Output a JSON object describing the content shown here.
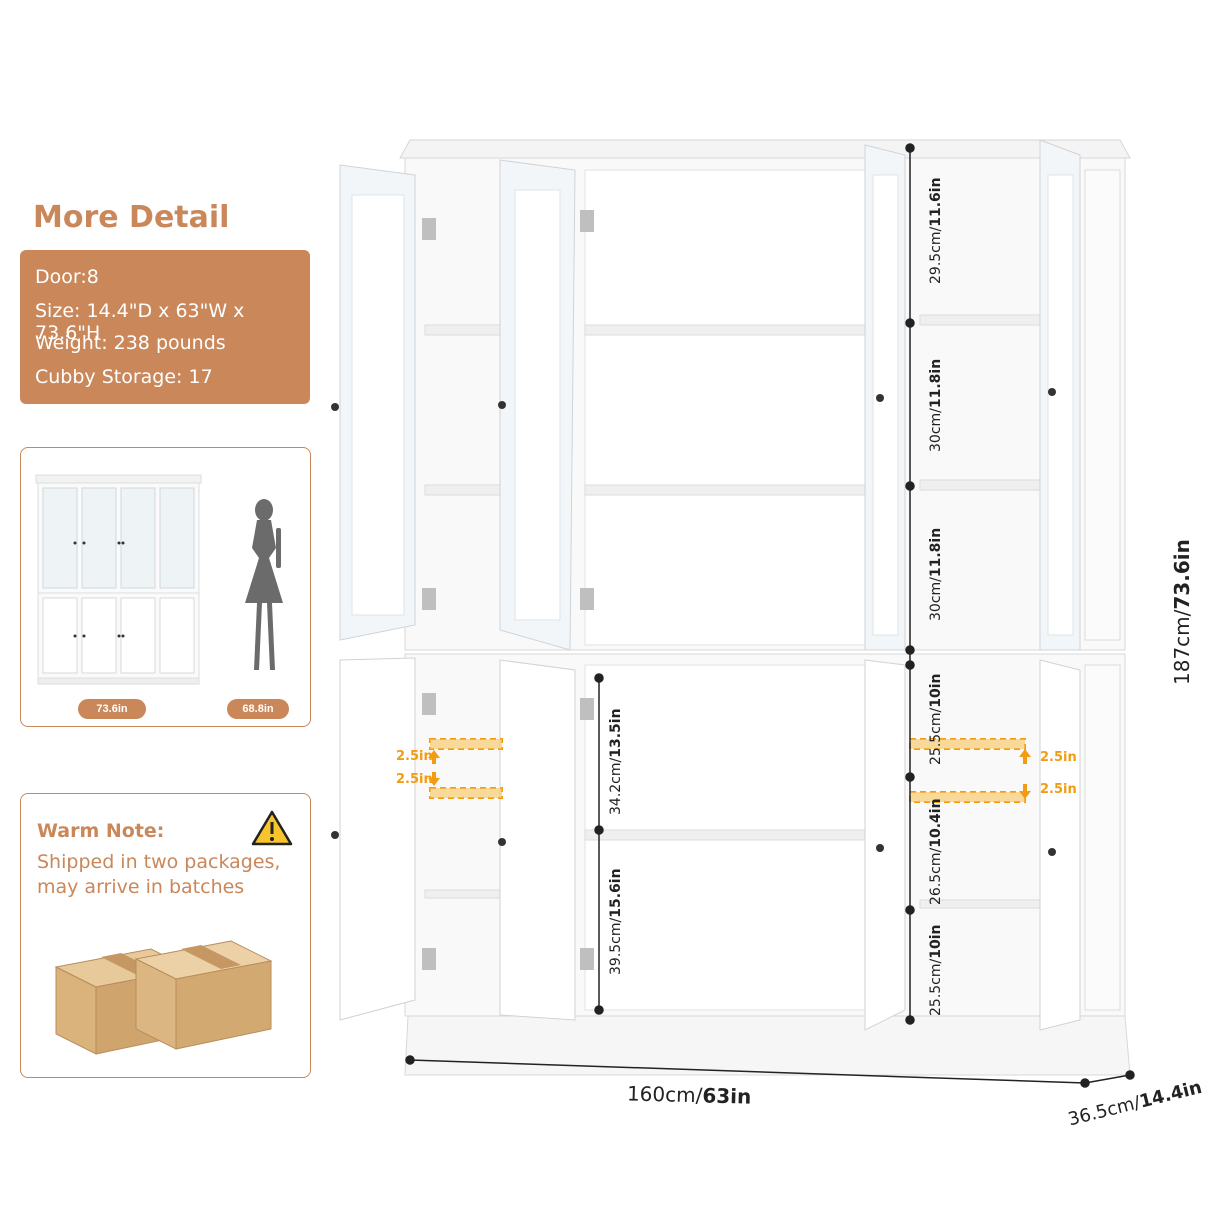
{
  "detail": {
    "title": "More Detail",
    "specs": [
      "Door:8",
      "Size: 14.4\"D x 63\"W x 73.6\"H",
      "Weight: 238 pounds",
      "Cubby Storage: 17"
    ]
  },
  "comparison": {
    "cabinet_height": "73.6in",
    "person_height": "68.8in"
  },
  "note": {
    "title": "Warm Note:",
    "line1": "Shipped in two packages,",
    "line2": "may arrive in batches"
  },
  "dimensions": {
    "height_metric": "187cm/",
    "height_imperial": "73.6in",
    "width_metric": "160cm/",
    "width_imperial": "63in",
    "depth_metric": "36.5cm/",
    "depth_imperial": "14.4in",
    "right_upper": [
      {
        "metric": "29.5cm/",
        "imperial": "11.6in"
      },
      {
        "metric": "30cm/",
        "imperial": "11.8in"
      },
      {
        "metric": "30cm/",
        "imperial": "11.8in"
      }
    ],
    "right_lower": [
      {
        "metric": "25.5cm/",
        "imperial": "10in"
      },
      {
        "metric": "26.5cm/",
        "imperial": "10.4in"
      },
      {
        "metric": "25.5cm/",
        "imperial": "10in"
      }
    ],
    "center_lower": [
      {
        "metric": "34.2cm/",
        "imperial": "13.5in"
      },
      {
        "metric": "39.5cm/",
        "imperial": "15.6in"
      }
    ],
    "adjust": "2.5in"
  },
  "colors": {
    "accent": "#c9875a",
    "adjust": "#f39c12"
  }
}
